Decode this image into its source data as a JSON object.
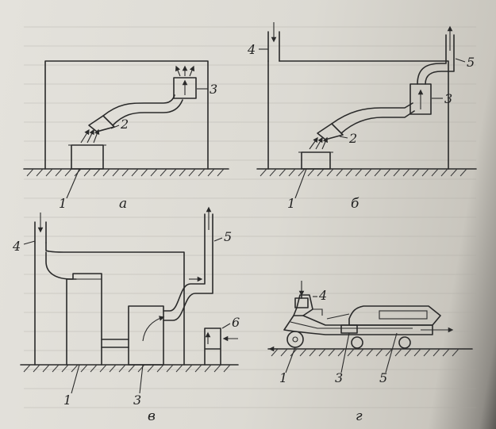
{
  "figures": {
    "a": {
      "caption": "а",
      "labels": {
        "l1": "1",
        "l2": "2",
        "l3": "3"
      }
    },
    "b": {
      "caption": "б",
      "labels": {
        "l1": "1",
        "l2": "2",
        "l3": "3",
        "l4": "4",
        "l5": "5"
      }
    },
    "v": {
      "caption": "в",
      "labels": {
        "l1": "1",
        "l3": "3",
        "l4": "4",
        "l5": "5",
        "l6": "6"
      }
    },
    "g": {
      "caption": "г",
      "labels": {
        "l1": "1",
        "l3": "3",
        "l4": "4",
        "l5": "5"
      }
    }
  }
}
